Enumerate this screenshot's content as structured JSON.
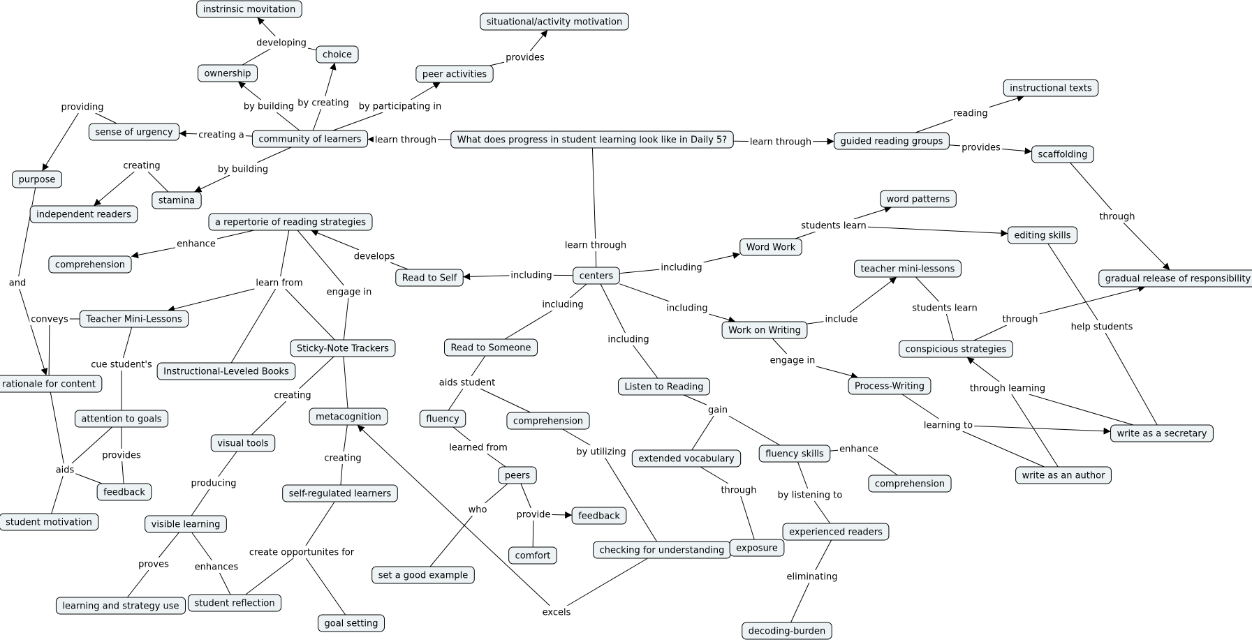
{
  "concepts": {
    "c_main": "What does progress in student learning look like in Daily 5?",
    "c_community": "community of learners",
    "c_guided": "guided reading groups",
    "c_instrtexts": "instructional texts",
    "c_scaffolding": "scaffolding",
    "c_gradual": "gradual release of responsibility",
    "c_centers": "centers",
    "c_intrinsic": "instrinsic movitation",
    "c_choice": "choice",
    "c_ownership": "ownership",
    "c_situational": "situational/activity motivation",
    "c_peeract": "peer activities",
    "c_urgency": "sense of urgency",
    "c_purpose": "purpose",
    "c_indreaders": "independent readers",
    "c_stamina": "stamina",
    "c_repertoire": "a repertorie of reading strategies",
    "c_comp1": "comprehension",
    "c_readself": "Read to Self",
    "c_tml": "Teacher Mini-Lessons",
    "c_rationale": "rationale for content",
    "c_ilbooks": "Instructional-Leveled Books",
    "c_sticky": "Sticky-Note Trackers",
    "c_attention": "attention to goals",
    "c_feedback1": "feedback",
    "c_studmot": "student motivation",
    "c_visual": "visual tools",
    "c_visible": "visible learning",
    "c_lsu": "learning and strategy use",
    "c_reflection": "student reflection",
    "c_meta": "metacognition",
    "c_srl": "self-regulated learners",
    "c_goal": "goal setting",
    "c_readsomeone": "Read to Someone",
    "c_fluency": "fluency",
    "c_comp2": "comprehension",
    "c_peers": "peers",
    "c_feedback2": "feedback",
    "c_comfort": "comfort",
    "c_example": "set a good example",
    "c_checking": "checking for understanding",
    "c_wordwork": "Word Work",
    "c_wordpatterns": "word patterns",
    "c_editing": "editing skills",
    "c_writing": "Work on Writing",
    "c_tml2": "teacher mini-lessons",
    "c_conspicuous": "conspicious strategies",
    "c_process": "Process-Writing",
    "c_secretary": "write as a secretary",
    "c_author": "write as an author",
    "c_listen": "Listen to Reading",
    "c_extvocab": "extended vocabulary",
    "c_fluencyskills": "fluency skills",
    "c_comp3": "comprehension",
    "c_exposure": "exposure",
    "c_experienced": "experienced readers",
    "c_decoding": "decoding-burden"
  },
  "links": {
    "l_learnthrough1": "learn through",
    "l_learnthrough2": "learn through",
    "l_learnthrough3": "learn through",
    "l_reading": "reading",
    "l_provides1": "provides",
    "l_through1": "through",
    "l_developing": "developing",
    "l_bybuilding1": "by building",
    "l_bycreating": "by creating",
    "l_byparticipating": "by participating in",
    "l_provides2": "provides",
    "l_providing": "providing",
    "l_creatinga": "creating a",
    "l_creating1": "creating",
    "l_bybuilding2": "by building",
    "l_and": "and",
    "l_enhance1": "enhance",
    "l_develops": "develops",
    "l_learnfrom": "learn from",
    "l_engagein1": "engage in",
    "l_conveys": "conveys",
    "l_cuestudents": "cue student's",
    "l_provides3": "provides",
    "l_aids": "aids",
    "l_creating2": "creating",
    "l_producing": "producing",
    "l_proves": "proves",
    "l_enhances": "enhances",
    "l_creating3": "creating",
    "l_createopp": "create opportunites for",
    "l_excels": "excels",
    "l_including1": "including",
    "l_including2": "including",
    "l_including3": "including",
    "l_including4": "including",
    "l_including5": "including",
    "l_aidsstudent": "aids student",
    "l_learnedfrom": "learned from",
    "l_who": "who",
    "l_provide": "provide",
    "l_byutilizing": "by utilizing",
    "l_studentslearn1": "students learn",
    "l_include": "include",
    "l_engagein2": "engage in",
    "l_studentslearn2": "students learn",
    "l_through2": "through",
    "l_helpstudents": "help students",
    "l_throughlearning": "through learning",
    "l_learningto": "learning to",
    "l_gain": "gain",
    "l_through3": "through",
    "l_enhance2": "enhance",
    "l_bylisteningto": "by listening to",
    "l_eliminating": "eliminating"
  },
  "colors": {
    "node_fill": "#edf3f4",
    "stroke": "#000000",
    "background": "#ffffff"
  }
}
